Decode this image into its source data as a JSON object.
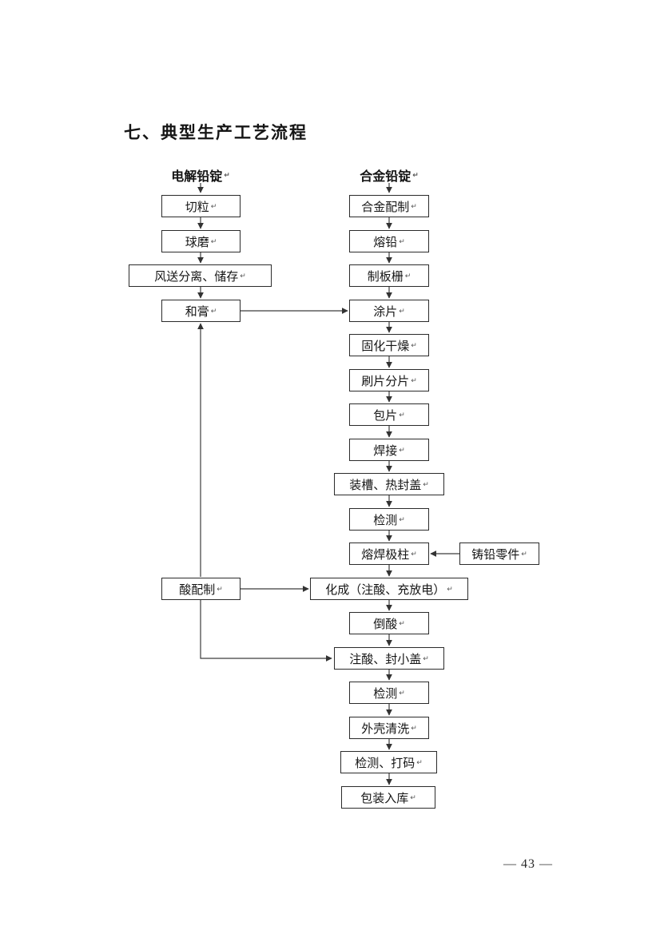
{
  "doc": {
    "title": "七、典型生产工艺流程",
    "page_number": "— 43 —",
    "paragraph_mark": "↵"
  },
  "flowchart": {
    "left": {
      "header": "电解铅锭",
      "nodes": [
        {
          "label": "切粒"
        },
        {
          "label": "球磨"
        },
        {
          "label": "风送分离、储存"
        },
        {
          "label": "和膏"
        },
        {
          "label": "酸配制"
        }
      ]
    },
    "right": {
      "header": "合金铅锭",
      "nodes": [
        {
          "label": "合金配制"
        },
        {
          "label": "熔铅"
        },
        {
          "label": "制板栅"
        },
        {
          "label": "涂片"
        },
        {
          "label": "固化干燥"
        },
        {
          "label": "刷片分片"
        },
        {
          "label": "包片"
        },
        {
          "label": "焊接"
        },
        {
          "label": "装槽、热封盖"
        },
        {
          "label": "检测"
        },
        {
          "label": "熔焊极柱"
        },
        {
          "label": "化成（注酸、充放电）"
        },
        {
          "label": "倒酸"
        },
        {
          "label": "注酸、封小盖"
        },
        {
          "label": "检测"
        },
        {
          "label": "外壳清洗"
        },
        {
          "label": "检测、打码"
        },
        {
          "label": "包装入库"
        }
      ]
    },
    "side": {
      "label": "铸铅零件"
    }
  }
}
